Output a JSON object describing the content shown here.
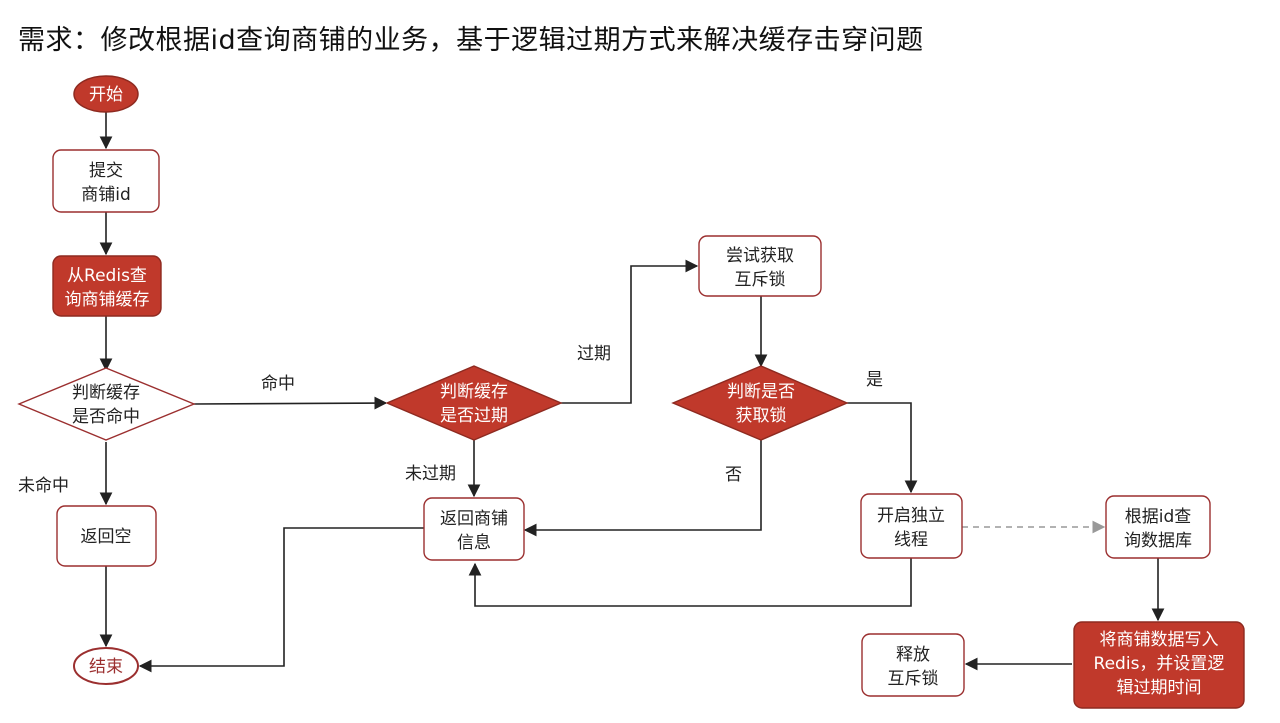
{
  "title": "需求：修改根据id查询商铺的业务，基于逻辑过期方式来解决缓存击穿问题",
  "nodes": {
    "start": [
      "开始"
    ],
    "submit": [
      "提交",
      "商铺id"
    ],
    "query_redis": [
      "从Redis查",
      "询商铺缓存"
    ],
    "judge_hit": [
      "判断缓存",
      "是否命中"
    ],
    "return_empty": [
      "返回空"
    ],
    "end": [
      "结束"
    ],
    "judge_expire": [
      "判断缓存",
      "是否过期"
    ],
    "return_info": [
      "返回商铺",
      "信息"
    ],
    "try_lock": [
      "尝试获取",
      "互斥锁"
    ],
    "judge_lock": [
      "判断是否",
      "获取锁"
    ],
    "start_thread": [
      "开启独立",
      "线程"
    ],
    "query_db": [
      "根据id查",
      "询数据库"
    ],
    "write_redis": [
      "将商铺数据写入",
      "Redis，并设置逻",
      "辑过期时间"
    ],
    "release_lock": [
      "释放",
      "互斥锁"
    ]
  },
  "edge_labels": {
    "hit": "命中",
    "miss": "未命中",
    "expired": "过期",
    "not_expired": "未过期",
    "yes": "是",
    "no": "否"
  }
}
